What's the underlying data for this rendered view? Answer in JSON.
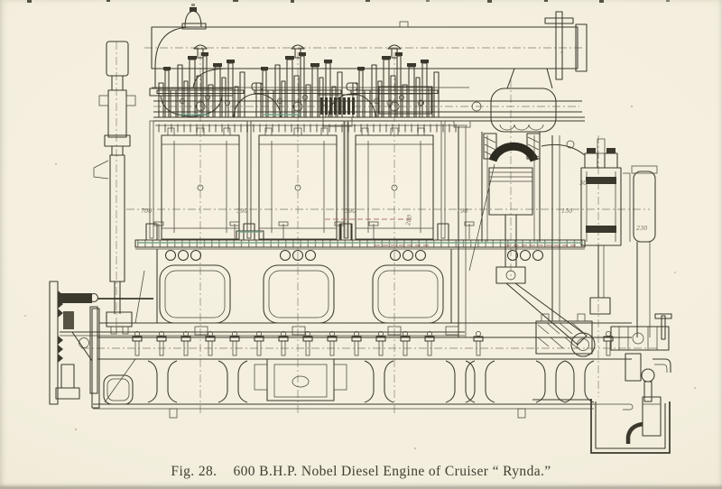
{
  "page": {
    "background_color": "#f3eedd",
    "ink_color": "#3b382d",
    "caption": {
      "fig_label": "Fig. 28.",
      "title": "600 B.H.P. Nobel Diesel Engine of Cruiser “ Rynda.”"
    }
  },
  "drawing": {
    "accent_colors": {
      "deck_green": "#6fa188",
      "joint_red": "#a06057"
    },
    "dimension_labels": [
      {
        "text": "700"
      },
      {
        "text": "390"
      },
      {
        "text": "390"
      },
      {
        "text": "190"
      },
      {
        "text": "150"
      },
      {
        "text": "30"
      },
      {
        "text": "230"
      },
      {
        "text": "280"
      }
    ]
  }
}
